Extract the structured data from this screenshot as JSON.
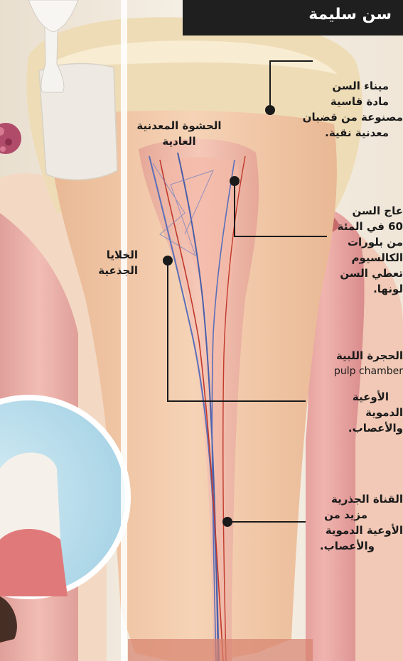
{
  "title": "سن سليمة",
  "labels": {
    "enamel": [
      "ميناء السن",
      "مادة قاسية",
      "مصنوعة من قضبان",
      "معدنية نقية."
    ],
    "filling": [
      "الحشوة المعدنية",
      "العادية"
    ],
    "dentin": [
      "عاج السن",
      "60 في المئة",
      "من بلورات",
      "الكالسيوم",
      "تعطي السن",
      "لونها."
    ],
    "stem_cells": [
      "الخلايا",
      "الجذعية"
    ],
    "pulp_chamber": [
      "الحجرة اللبية",
      "pulp chamber"
    ],
    "vessels": [
      "الأوعية",
      "الدموية",
      "والأعصاب."
    ],
    "root_canal": [
      "القناة الجذرية",
      "مزيد من",
      "الأوعية الدموية",
      "والأعصاب."
    ]
  },
  "colors": {
    "title_bg": "#1f1f1f",
    "enamel": "#ecdcb8",
    "dentin": "#f0c8a6",
    "pulp": "#e8a89a",
    "gum": "#e8a0a0",
    "leader": "#1a1a1a"
  }
}
